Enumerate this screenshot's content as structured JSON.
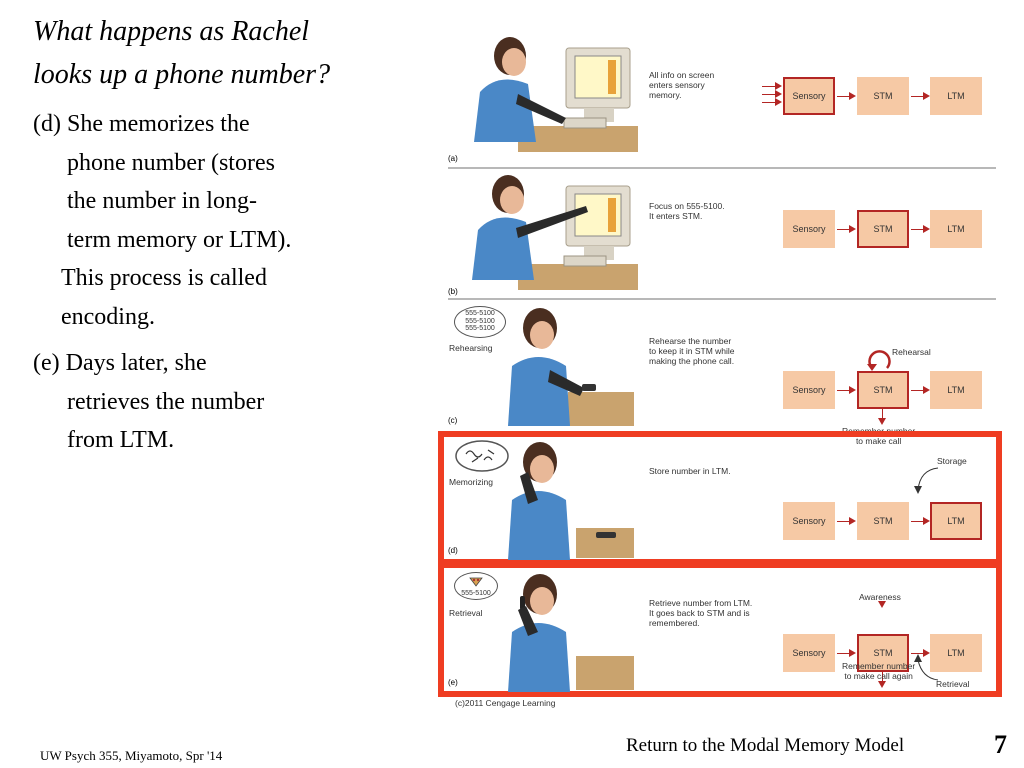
{
  "slide": {
    "title_lines": [
      "What happens as Rachel",
      "looks up a phone number?"
    ],
    "para_d": {
      "lines": [
        "(d) She memorizes the",
        "phone number (stores",
        "the number in long-",
        "term memory or LTM).",
        "This process is called",
        "encoding."
      ]
    },
    "para_e": {
      "lines": [
        "(e) Days later, she",
        "retrieves the number",
        "from LTM."
      ]
    },
    "footer_left": "UW Psych 355, Miyamoto, Spr '14",
    "footer_link": "Return to the Modal Memory Model",
    "page_number": "7"
  },
  "figure": {
    "box_labels": {
      "sensory": "Sensory",
      "stm": "STM",
      "ltm": "LTM"
    },
    "panels": [
      {
        "label": "(a)",
        "desc": [
          "All info on screen",
          "enters sensory",
          "memory."
        ]
      },
      {
        "label": "(b)",
        "desc": [
          "Focus on 555-5100.",
          "It enters STM."
        ]
      },
      {
        "label": "(c)",
        "desc": [
          "Rehearse the number",
          "to keep it in STM while",
          "making the phone call."
        ],
        "side_label": "Rehearsing",
        "thought": [
          "555-5100",
          "555-5100",
          "555-5100"
        ],
        "top_note": "Rehearsal",
        "bottom_note": [
          "Remember number",
          "to make call"
        ]
      },
      {
        "label": "(d)",
        "desc": [
          "Store number in LTM."
        ],
        "side_label": "Memorizing",
        "top_note": "Storage"
      },
      {
        "label": "(e)",
        "desc": [
          "Retrieve number from LTM.",
          "It goes back to STM and is",
          "remembered."
        ],
        "side_label": "Retrieval",
        "thought": [
          "555-5100"
        ],
        "top_note": "Awareness",
        "right_note": "Retrieval",
        "bottom_note": [
          "Remember number",
          "to make call again"
        ]
      }
    ],
    "credit": "(c)2011 Cengage Learning",
    "colors": {
      "arrow": "#b32624",
      "box_fill": "#f6c9a5",
      "highlight": "#ef3d22"
    }
  }
}
